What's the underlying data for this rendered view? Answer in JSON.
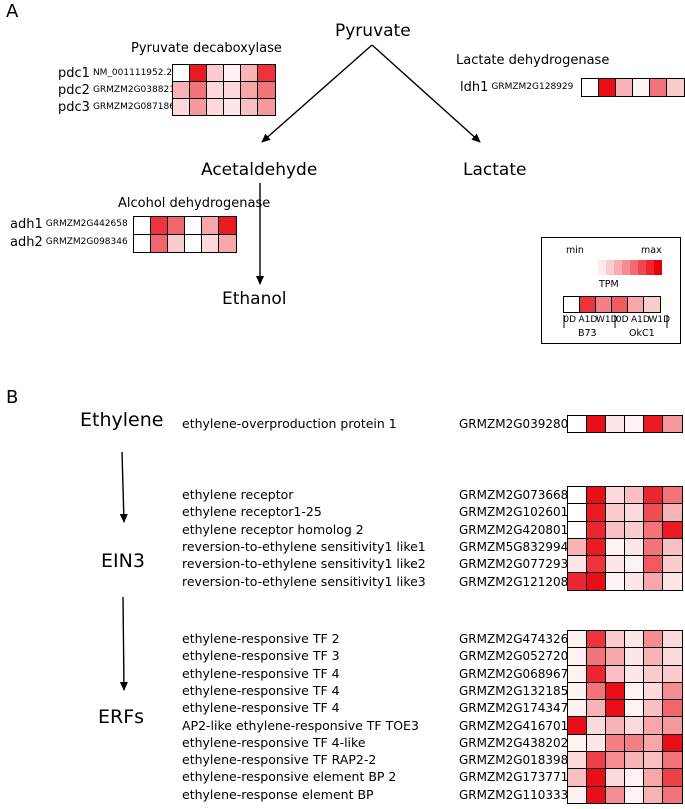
{
  "panelA": {
    "letter": "A",
    "nodes": {
      "pyruvate": "Pyruvate",
      "acetaldehyde": "Acetaldehyde",
      "lactate": "Lactate",
      "ethanol": "Ethanol"
    },
    "enzymes": {
      "pdc": {
        "title": "Pyruvate decaboxylase",
        "genes": [
          {
            "name": "pdc1",
            "id": "NM_001111952.2",
            "levels": [
              0,
              0.9,
              0.2,
              0.05,
              0.3,
              0.8
            ]
          },
          {
            "name": "pdc2",
            "id": "GRMZM2G038821",
            "levels": [
              0.3,
              0.55,
              0.15,
              0.15,
              0.35,
              0.55
            ]
          },
          {
            "name": "pdc3",
            "id": "GRMZM2G087186",
            "levels": [
              0.15,
              0.4,
              0.15,
              0.1,
              0.25,
              0.4
            ]
          }
        ]
      },
      "ldh": {
        "title": "Lactate dehydrogenase",
        "genes": [
          {
            "name": "ldh1",
            "id": "GRMZM2G128929",
            "levels": [
              0,
              0.95,
              0.3,
              0.05,
              0.55,
              0.2
            ]
          }
        ]
      },
      "adh": {
        "title": "Alcohol dehydrogenase",
        "genes": [
          {
            "name": "adh1",
            "id": "GRMZM2G442658",
            "levels": [
              0,
              0.8,
              0.6,
              0,
              0.35,
              0.9
            ]
          },
          {
            "name": "adh2",
            "id": "GRMZM2G098346",
            "levels": [
              0,
              0.6,
              0.2,
              0,
              0.15,
              0.35
            ]
          }
        ]
      }
    },
    "legend": {
      "min": "min",
      "max": "max",
      "tpm": "TPM",
      "gradient": [
        0.08,
        0.2,
        0.32,
        0.45,
        0.58,
        0.72,
        0.85,
        1.0
      ],
      "example_levels": [
        0,
        0.8,
        0.5,
        0.65,
        0.35,
        0.2
      ],
      "columns": [
        "0D",
        "A1D",
        "W1D",
        "0D",
        "A1D",
        "W1D"
      ],
      "groups": [
        "B73",
        "OkC1"
      ]
    }
  },
  "panelB": {
    "letter": "B",
    "stages": [
      "Ethylene",
      "EIN3",
      "ERFs"
    ],
    "groups": [
      {
        "rows": [
          {
            "desc": "ethylene-overproduction protein 1",
            "id": "GRMZM2G039280",
            "levels": [
              0,
              0.95,
              0.1,
              0.05,
              0.9,
              0.4
            ]
          }
        ]
      },
      {
        "rows": [
          {
            "desc": "ethylene receptor",
            "id": "GRMZM2G073668",
            "levels": [
              0,
              0.95,
              0.15,
              0.25,
              0.85,
              0.55
            ]
          },
          {
            "desc": "ethylene receptor1-25",
            "id": "GRMZM2G102601",
            "levels": [
              0,
              0.9,
              0.2,
              0.15,
              0.7,
              0.3
            ]
          },
          {
            "desc": "ethylene receptor homolog 2",
            "id": "GRMZM2G420801",
            "levels": [
              0,
              0.85,
              0.25,
              0.2,
              0.55,
              0.9
            ]
          },
          {
            "desc": "reversion-to-ethylene sensitivity1 like1",
            "id": "GRMZM5G832994",
            "levels": [
              0.3,
              0.9,
              0.05,
              0.1,
              0.55,
              0.25
            ]
          },
          {
            "desc": "reversion-to-ethylene sensitivity1 like2",
            "id": "GRMZM2G077293",
            "levels": [
              0.1,
              0.8,
              0.1,
              0.05,
              0.65,
              0.2
            ]
          },
          {
            "desc": "reversion-to-ethylene sensitivity1 like3",
            "id": "GRMZM2G121208",
            "levels": [
              0.85,
              0.95,
              0.05,
              0.1,
              0.35,
              0.1
            ]
          }
        ]
      },
      {
        "rows": [
          {
            "desc": "ethylene-responsive TF 2",
            "id": "GRMZM2G474326",
            "levels": [
              0.05,
              0.8,
              0.2,
              0.1,
              0.45,
              0.15
            ]
          },
          {
            "desc": "ethylene-responsive TF 3",
            "id": "GRMZM2G052720",
            "levels": [
              0.05,
              0.55,
              0.35,
              0.1,
              0.3,
              0.15
            ]
          },
          {
            "desc": "ethylene-responsive TF 4",
            "id": "GRMZM2G068967",
            "levels": [
              0.05,
              0.85,
              0.25,
              0.1,
              0.2,
              0.2
            ]
          },
          {
            "desc": "ethylene-responsive TF 4",
            "id": "GRMZM2G132185",
            "levels": [
              0.05,
              0.55,
              0.95,
              0.05,
              0.15,
              0.45
            ]
          },
          {
            "desc": "ethylene-responsive TF 4",
            "id": "GRMZM2G174347",
            "levels": [
              0.05,
              0.3,
              0.95,
              0.05,
              0.25,
              0.6
            ]
          },
          {
            "desc": "AP2-like ethylene-responsive TF TOE3",
            "id": "GRMZM2G416701",
            "levels": [
              0.95,
              0.15,
              0.3,
              0.15,
              0.35,
              0.4
            ]
          },
          {
            "desc": "ethylene-responsive TF 4-like",
            "id": "GRMZM2G438202",
            "levels": [
              0.05,
              0.1,
              0.5,
              0.5,
              0.35,
              0.95
            ]
          },
          {
            "desc": "ethylene-responsive TF RAP2-2",
            "id": "GRMZM2G018398",
            "levels": [
              0.15,
              0.75,
              0.45,
              0.3,
              0.25,
              0.55
            ]
          },
          {
            "desc": "ethylene-responsive element BP 2",
            "id": "GRMZM2G173771",
            "levels": [
              0.25,
              0.95,
              0.15,
              0.05,
              0.35,
              0.75
            ]
          },
          {
            "desc": "ethylene-response element BP",
            "id": "GRMZM2G110333",
            "levels": [
              0.05,
              0.95,
              0.45,
              0.05,
              0.3,
              0.55
            ]
          }
        ]
      }
    ]
  },
  "colors": {
    "high": "#e8000b",
    "low": "#ffffff",
    "line": "#000000"
  }
}
